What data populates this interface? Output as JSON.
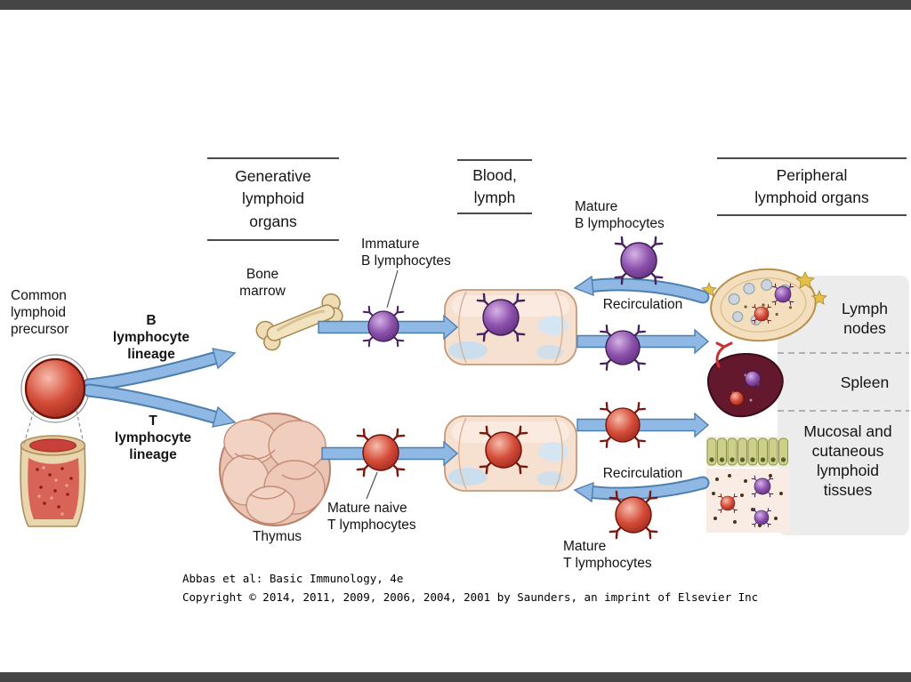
{
  "palette": {
    "arrow_blue": "#8fb9e4",
    "arrow_outline": "#4d7fae",
    "b_cell_purple": "#7b4397",
    "t_cell_red": "#c23b2e",
    "vessel_tan": "#f6e0d0",
    "panel_gray": "#ececec",
    "frame_bar": "#454545"
  },
  "headers": {
    "generative": "Generative\nlymphoid\norgans",
    "blood": "Blood,\nlymph",
    "peripheral": "Peripheral\nlymphoid organs"
  },
  "left": {
    "precursor": "Common\nlymphoid\nprecursor",
    "b_lineage": "B\nlymphocyte\nlineage",
    "t_lineage": "T\nlymphocyte\nlineage"
  },
  "organs": {
    "bone_marrow": "Bone\nmarrow",
    "thymus": "Thymus"
  },
  "cells": {
    "immature_b": "Immature\nB lymphocytes",
    "mature_b": "Mature\nB lymphocytes",
    "mature_naive_t": "Mature naive\nT lymphocytes",
    "mature_t": "Mature\nT lymphocytes"
  },
  "flow": {
    "recirculation_b": "Recirculation",
    "recirculation_t": "Recirculation"
  },
  "peripheral_panel": {
    "lymph_nodes": "Lymph\nnodes",
    "spleen": "Spleen",
    "mucosal": "Mucosal and\ncutaneous\nlymphoid\ntissues"
  },
  "caption": {
    "line1": "Abbas et al: Basic Immunology, 4e",
    "line2": "Copyright © 2014, 2011, 2009, 2006, 2004, 2001 by Saunders, an imprint of Elsevier Inc"
  }
}
